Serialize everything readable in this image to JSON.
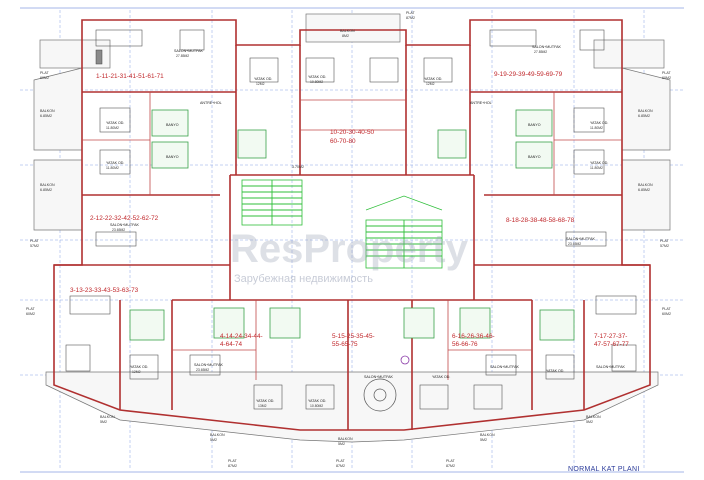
{
  "title": "NORMAL KAT PLANI",
  "watermark": {
    "brand": "ResProperty",
    "tagline": "Зарубежная недвижимость"
  },
  "units": [
    {
      "id": "u1",
      "label": "1-11-21-31-41-51-61-71"
    },
    {
      "id": "u9",
      "label": "9-19-29-39-49-59-69-79"
    },
    {
      "id": "u10a",
      "label": "10-20-30-40-50"
    },
    {
      "id": "u10b",
      "label": "60-70-80"
    },
    {
      "id": "u2",
      "label": "2-12-22-32-42-52-62-72"
    },
    {
      "id": "u8",
      "label": "8-18-28-38-48-58-68-78"
    },
    {
      "id": "u3",
      "label": "3-13-23-33-43-53-63-73"
    },
    {
      "id": "u4a",
      "label": "4-14-24-34-44-"
    },
    {
      "id": "u4b",
      "label": "4-64-74"
    },
    {
      "id": "u5a",
      "label": "5-15-25-35-45-"
    },
    {
      "id": "u5b",
      "label": "55-65-75"
    },
    {
      "id": "u6a",
      "label": "6-16-26-36-46-"
    },
    {
      "id": "u6b",
      "label": "56-66-76"
    },
    {
      "id": "u7a",
      "label": "7-17-27-37-"
    },
    {
      "id": "u7b",
      "label": "47-57-67-77"
    }
  ],
  "rooms": {
    "salon": "SALON+MUTFAK",
    "yatak": "YATAK OD.",
    "banyo": "BANYO",
    "balkon": "BALKON",
    "plat": "PLAT",
    "antre": "ANTRE+HOL"
  },
  "areas": {
    "a_salon1": "27.85M2",
    "a_salon9": "27.85M2",
    "a_salon2": "23.65M2",
    "a_salon8": "23.65M2",
    "a_yatak1": "11.80M2",
    "a_yatak2": "11.80M2",
    "a_yatak3": "12M2",
    "a_yatak4": "10.80M2",
    "a_yatak5": "13M2",
    "a_plat1": "60M2",
    "a_plat2": "87M2",
    "a_plat3": "57M2",
    "a_balkon1": "6.85M2",
    "a_balkon2": "8M2",
    "a_balkon3": "5M2",
    "a_banyo": "3.70M2"
  }
}
